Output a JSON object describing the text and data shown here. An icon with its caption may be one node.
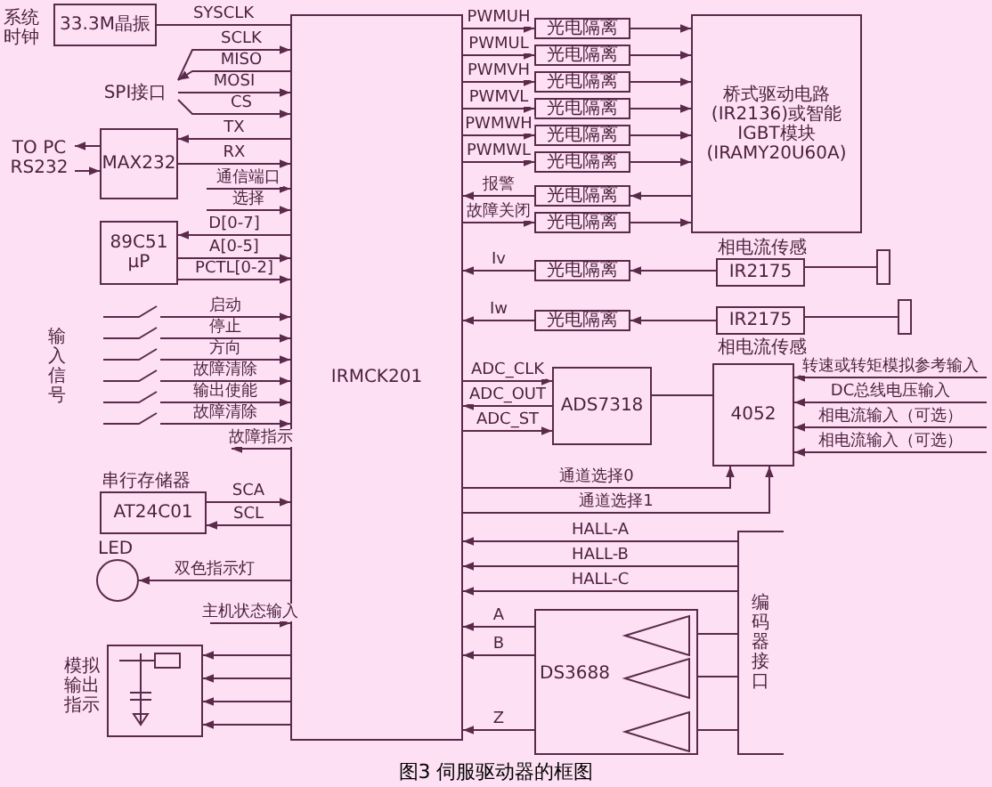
{
  "diagram": {
    "caption": "图3 伺服驱动器的框图",
    "nodes": [
      {
        "text": [
          "IRMCK201"
        ]
      },
      {
        "text": [
          "33.3M晶振"
        ],
        "beside": [
          "系统时钟"
        ]
      },
      {
        "text": [
          "SPI接口"
        ]
      },
      {
        "text": [
          "TO PC RS232"
        ]
      },
      {
        "text": [
          "MAX232"
        ]
      },
      {
        "text": [
          "89C51 μP"
        ]
      },
      {
        "text": [
          "串行存储器",
          "AT24C01"
        ]
      },
      {
        "text": [
          "LED"
        ]
      },
      {
        "text": [
          "模拟输出指示"
        ]
      },
      {
        "text": [
          "光电隔离"
        ]
      },
      {
        "text": [
          "光电隔离"
        ]
      },
      {
        "text": [
          "光电隔离"
        ]
      },
      {
        "text": [
          "光电隔离"
        ]
      },
      {
        "text": [
          "光电隔离"
        ]
      },
      {
        "text": [
          "光电隔离"
        ]
      },
      {
        "text": [
          "桥式驱动电路(IR2136)或智能IGBT模块(IRAMY20U60A)"
        ]
      },
      {
        "text": [
          "光电隔离"
        ]
      },
      {
        "text": [
          "光电隔离"
        ]
      },
      {
        "text": [
          "光电隔离"
        ]
      },
      {
        "text": [
          "光电隔离"
        ]
      },
      {
        "text": [
          "相电流传感",
          "IR2175"
        ]
      },
      {
        "text": [],
        "shape": "box"
      },
      {
        "text": [
          "IR2175",
          "相电流传感"
        ]
      },
      {
        "text": [],
        "shape": "box"
      },
      {
        "text": [
          "ADS7318"
        ]
      },
      {
        "text": [
          "4052"
        ]
      },
      {
        "text": [
          "DS3688"
        ]
      },
      {
        "text": [
          "编码器接口"
        ]
      }
    ],
    "edges": [
      {
        "from": 1,
        "to": 0,
        "arrow": "none",
        "label": "SYSCLK"
      },
      {
        "from": 2,
        "to": 0,
        "arrow": "to",
        "label": "SCLK"
      },
      {
        "from": 0,
        "to": 2,
        "arrow": "to",
        "label": "MISO"
      },
      {
        "from": 2,
        "to": 0,
        "arrow": "to",
        "label": "MOSI"
      },
      {
        "from": 2,
        "to": 0,
        "arrow": "to",
        "label": "CS"
      },
      {
        "from": 4,
        "to": 3,
        "arrow": "to"
      },
      {
        "from": 3,
        "to": 4,
        "arrow": "to"
      },
      {
        "from": 0,
        "to": 4,
        "arrow": "to",
        "label": "TX"
      },
      {
        "from": 4,
        "to": 0,
        "arrow": "to",
        "label": "RX"
      },
      {
        "from": null,
        "to": 0,
        "arrow": "to",
        "label": "通信端口"
      },
      {
        "from": null,
        "to": 0,
        "arrow": "to",
        "label": "选择"
      },
      {
        "from": 0,
        "to": 5,
        "arrow": "to",
        "label": "D[0-7]"
      },
      {
        "from": 5,
        "to": 0,
        "arrow": "to",
        "label": "A[0-5]"
      },
      {
        "from": 5,
        "to": 0,
        "arrow": "to",
        "label": "PCTL[0-2]"
      },
      {
        "from": null,
        "to": 0,
        "arrow": "to",
        "label": "启动"
      },
      {
        "from": null,
        "to": 0,
        "arrow": "to",
        "label": "停止"
      },
      {
        "from": null,
        "to": 0,
        "arrow": "to",
        "label": "方向"
      },
      {
        "from": null,
        "to": 0,
        "arrow": "to",
        "label": "故障清除"
      },
      {
        "from": null,
        "to": 0,
        "arrow": "to",
        "label": "输出使能"
      },
      {
        "from": null,
        "to": 0,
        "arrow": "to",
        "label": "故障清除"
      },
      {
        "from": 0,
        "to": null,
        "arrow": "to",
        "label": "故障指示"
      },
      {
        "from": 6,
        "to": 0,
        "arrow": "to",
        "label": "SCA"
      },
      {
        "from": 0,
        "to": 6,
        "arrow": "to",
        "label": "SCL"
      },
      {
        "from": 0,
        "to": 7,
        "arrow": "to",
        "label": "双色指示灯"
      },
      {
        "from": null,
        "to": 0,
        "arrow": "to",
        "label": "主机状态输入"
      },
      {
        "from": 0,
        "to": 8,
        "arrow": "to"
      },
      {
        "from": 0,
        "to": 8,
        "arrow": "to"
      },
      {
        "from": 0,
        "to": 8,
        "arrow": "to"
      },
      {
        "from": 0,
        "to": 8,
        "arrow": "to"
      },
      {
        "from": 0,
        "to": 9,
        "arrow": "to",
        "label": "PWMUH"
      },
      {
        "from": 0,
        "to": 10,
        "arrow": "to",
        "label": "PWMUL"
      },
      {
        "from": 0,
        "to": 11,
        "arrow": "to",
        "label": "PWMVH"
      },
      {
        "from": 0,
        "to": 12,
        "arrow": "to",
        "label": "PWMVL"
      },
      {
        "from": 0,
        "to": 13,
        "arrow": "to",
        "label": "PWMWH"
      },
      {
        "from": 0,
        "to": 14,
        "arrow": "to",
        "label": "PWMWL"
      },
      {
        "from": 9,
        "to": 15,
        "arrow": "to"
      },
      {
        "from": 10,
        "to": 15,
        "arrow": "to"
      },
      {
        "from": 11,
        "to": 15,
        "arrow": "to"
      },
      {
        "from": 12,
        "to": 15,
        "arrow": "to"
      },
      {
        "from": 13,
        "to": 15,
        "arrow": "to"
      },
      {
        "from": 14,
        "to": 15,
        "arrow": "to"
      },
      {
        "from": 15,
        "to": 16,
        "arrow": "to"
      },
      {
        "from": 16,
        "to": 0,
        "arrow": "to",
        "label": "报警"
      },
      {
        "from": 0,
        "to": 17,
        "arrow": "to",
        "label": "故障关闭"
      },
      {
        "from": 17,
        "to": 15,
        "arrow": "to"
      },
      {
        "from": 20,
        "to": 18,
        "arrow": "to"
      },
      {
        "from": 18,
        "to": 0,
        "arrow": "to",
        "label": "Iv"
      },
      {
        "from": 22,
        "to": 19,
        "arrow": "to"
      },
      {
        "from": 19,
        "to": 0,
        "arrow": "to",
        "label": "Iw"
      },
      {
        "from": 20,
        "to": 21,
        "arrow": "none"
      },
      {
        "from": 22,
        "to": 23,
        "arrow": "none"
      },
      {
        "from": 0,
        "to": 24,
        "arrow": "to",
        "label": "ADC_CLK"
      },
      {
        "from": 24,
        "to": 0,
        "arrow": "to",
        "label": "ADC_OUT"
      },
      {
        "from": 0,
        "to": 24,
        "arrow": "to",
        "label": "ADC_ST"
      },
      {
        "from": 24,
        "to": 25,
        "arrow": "none"
      },
      {
        "from": null,
        "to": 25,
        "arrow": "to",
        "label": "转速或转矩模拟参考输入"
      },
      {
        "from": null,
        "to": 25,
        "arrow": "to",
        "label": "DC总线电压输入"
      },
      {
        "from": null,
        "to": 25,
        "arrow": "to",
        "label": "相电流输入（可选）"
      },
      {
        "from": null,
        "to": 25,
        "arrow": "to",
        "label": "相电流输入（可选）"
      },
      {
        "from": 0,
        "to": 25,
        "arrow": "to",
        "label": "通道选择0"
      },
      {
        "from": 0,
        "to": 25,
        "arrow": "to",
        "label": "通道选择1"
      },
      {
        "from": 27,
        "to": 0,
        "arrow": "to",
        "label": "HALL-A"
      },
      {
        "from": 27,
        "to": 0,
        "arrow": "to",
        "label": "HALL-B"
      },
      {
        "from": 27,
        "to": 0,
        "arrow": "to",
        "label": "HALL-C"
      },
      {
        "from": 26,
        "to": 0,
        "arrow": "to",
        "label": "A"
      },
      {
        "from": 26,
        "to": 0,
        "arrow": "to",
        "label": "B"
      },
      {
        "from": 26,
        "to": 0,
        "arrow": "to",
        "label": "Z"
      },
      {
        "from": 27,
        "to": 26,
        "arrow": "none"
      },
      {
        "from": 27,
        "to": 26,
        "arrow": "none"
      },
      {
        "from": 27,
        "to": 26,
        "arrow": "none"
      }
    ],
    "labels": [
      "输入信号"
    ]
  }
}
